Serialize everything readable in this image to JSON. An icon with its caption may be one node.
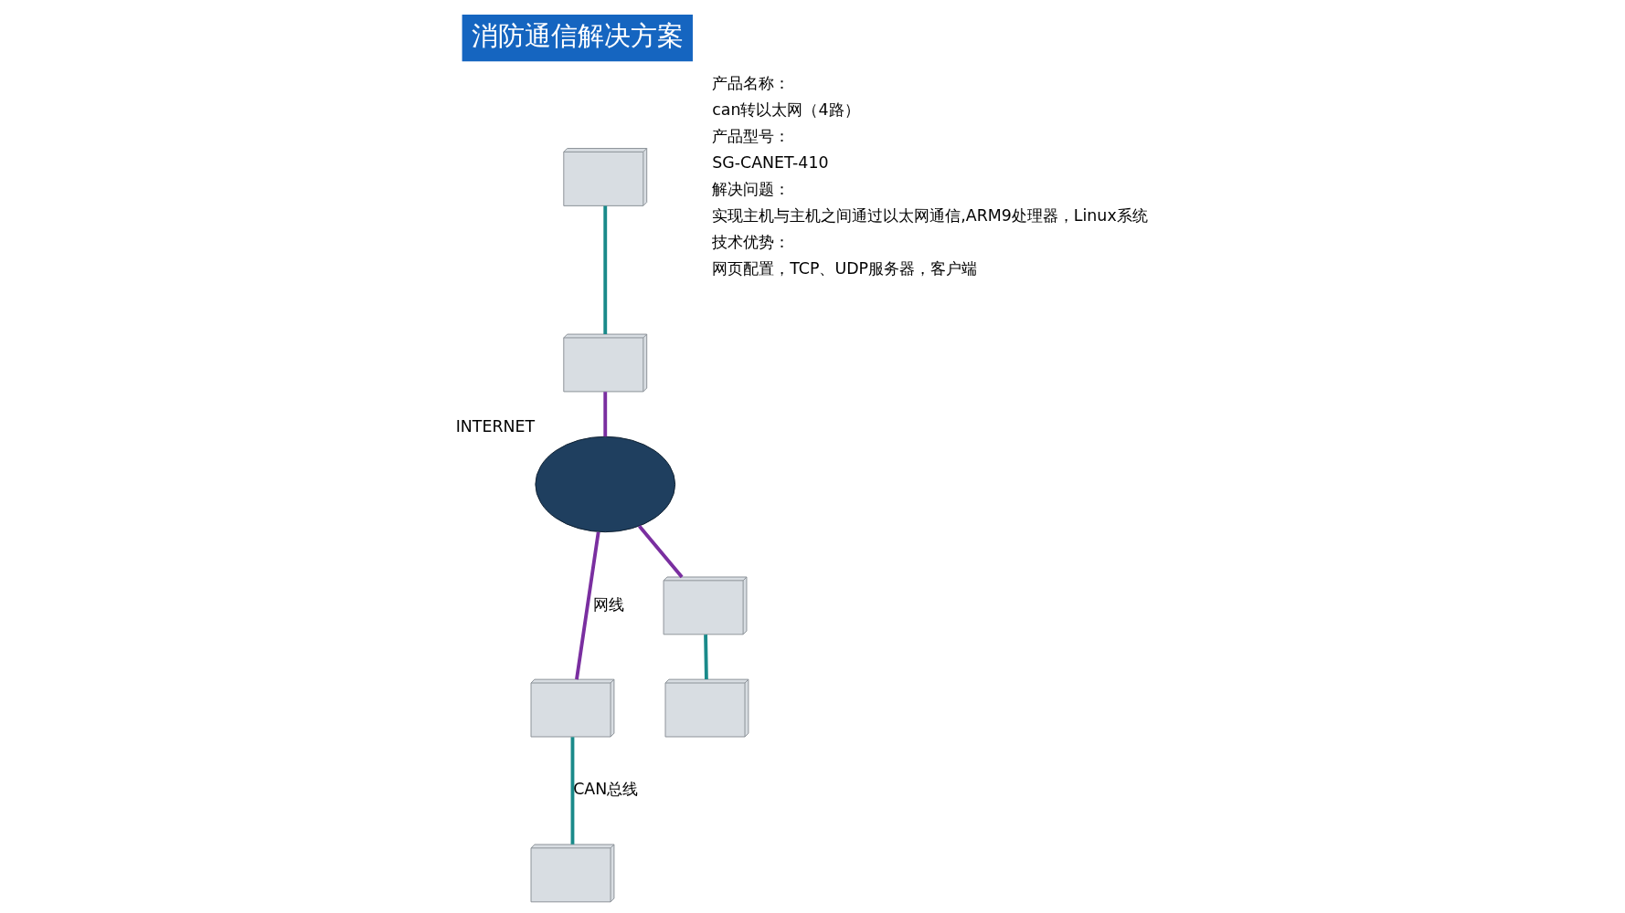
{
  "diagram": {
    "title": "消防通信解决方案",
    "nodes": [
      {
        "text": [],
        "shape": "picture"
      },
      {
        "text": [],
        "shape": "picture"
      },
      {
        "text": [],
        "shape": "cloud",
        "beside": [
          "INTERNET"
        ]
      },
      {
        "text": [],
        "shape": "picture"
      },
      {
        "text": [],
        "shape": "picture"
      },
      {
        "text": [],
        "shape": "picture"
      },
      {
        "text": [],
        "shape": "picture"
      }
    ],
    "edges": [
      {
        "from": 0,
        "to": 1,
        "arrow": "none",
        "color": "#1a8a8a"
      },
      {
        "from": 1,
        "to": 2,
        "arrow": "none",
        "color": "#7a2fa0"
      },
      {
        "from": 2,
        "to": 3,
        "arrow": "none",
        "label": "网线",
        "color": "#7a2fa0"
      },
      {
        "from": 2,
        "to": 4,
        "arrow": "none",
        "color": "#7a2fa0"
      },
      {
        "from": 3,
        "to": 5,
        "arrow": "none",
        "label": "CAN总线",
        "color": "#1a8a8a"
      },
      {
        "from": 4,
        "to": 6,
        "arrow": "none",
        "color": "#1a8a8a"
      }
    ],
    "labels": [
      "产品名称：",
      "can转以太网（4路）",
      "产品型号：",
      "SG-CANET-410",
      "解决问题：",
      "实现主机与主机之间通过以太网通信,ARM9处理器，Linux系统",
      "技术优势：",
      "网页配置，TCP、UDP服务器，客户端"
    ]
  }
}
